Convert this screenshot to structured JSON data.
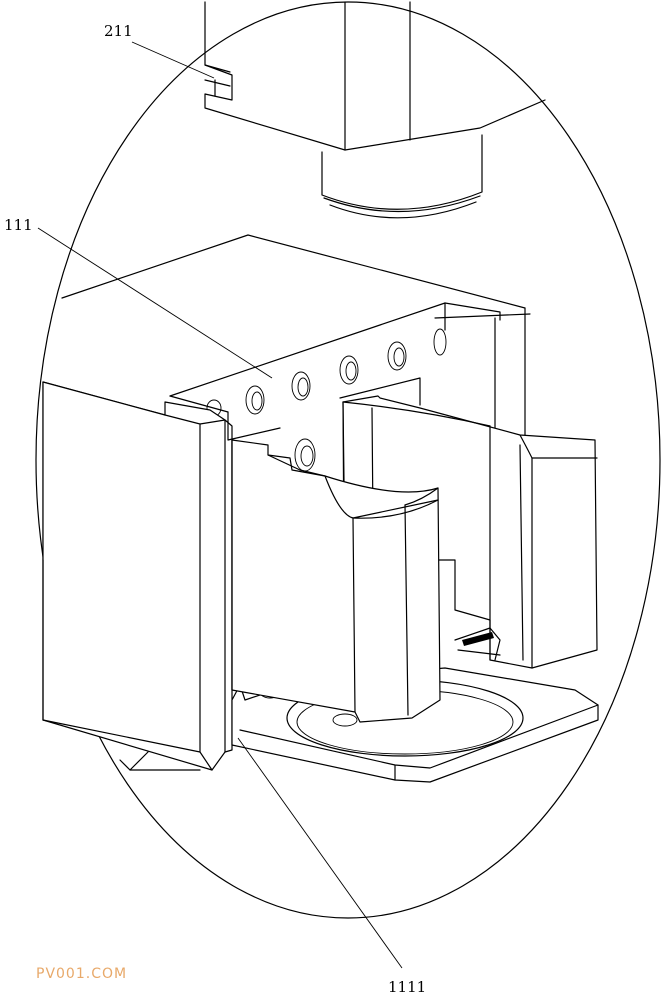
{
  "labels": {
    "ref_211": "211",
    "ref_111": "111",
    "ref_1111": "1111"
  },
  "watermark": "PV001.COM",
  "colors": {
    "line": "#000000",
    "background": "#ffffff",
    "watermark": "#e8a96a"
  }
}
